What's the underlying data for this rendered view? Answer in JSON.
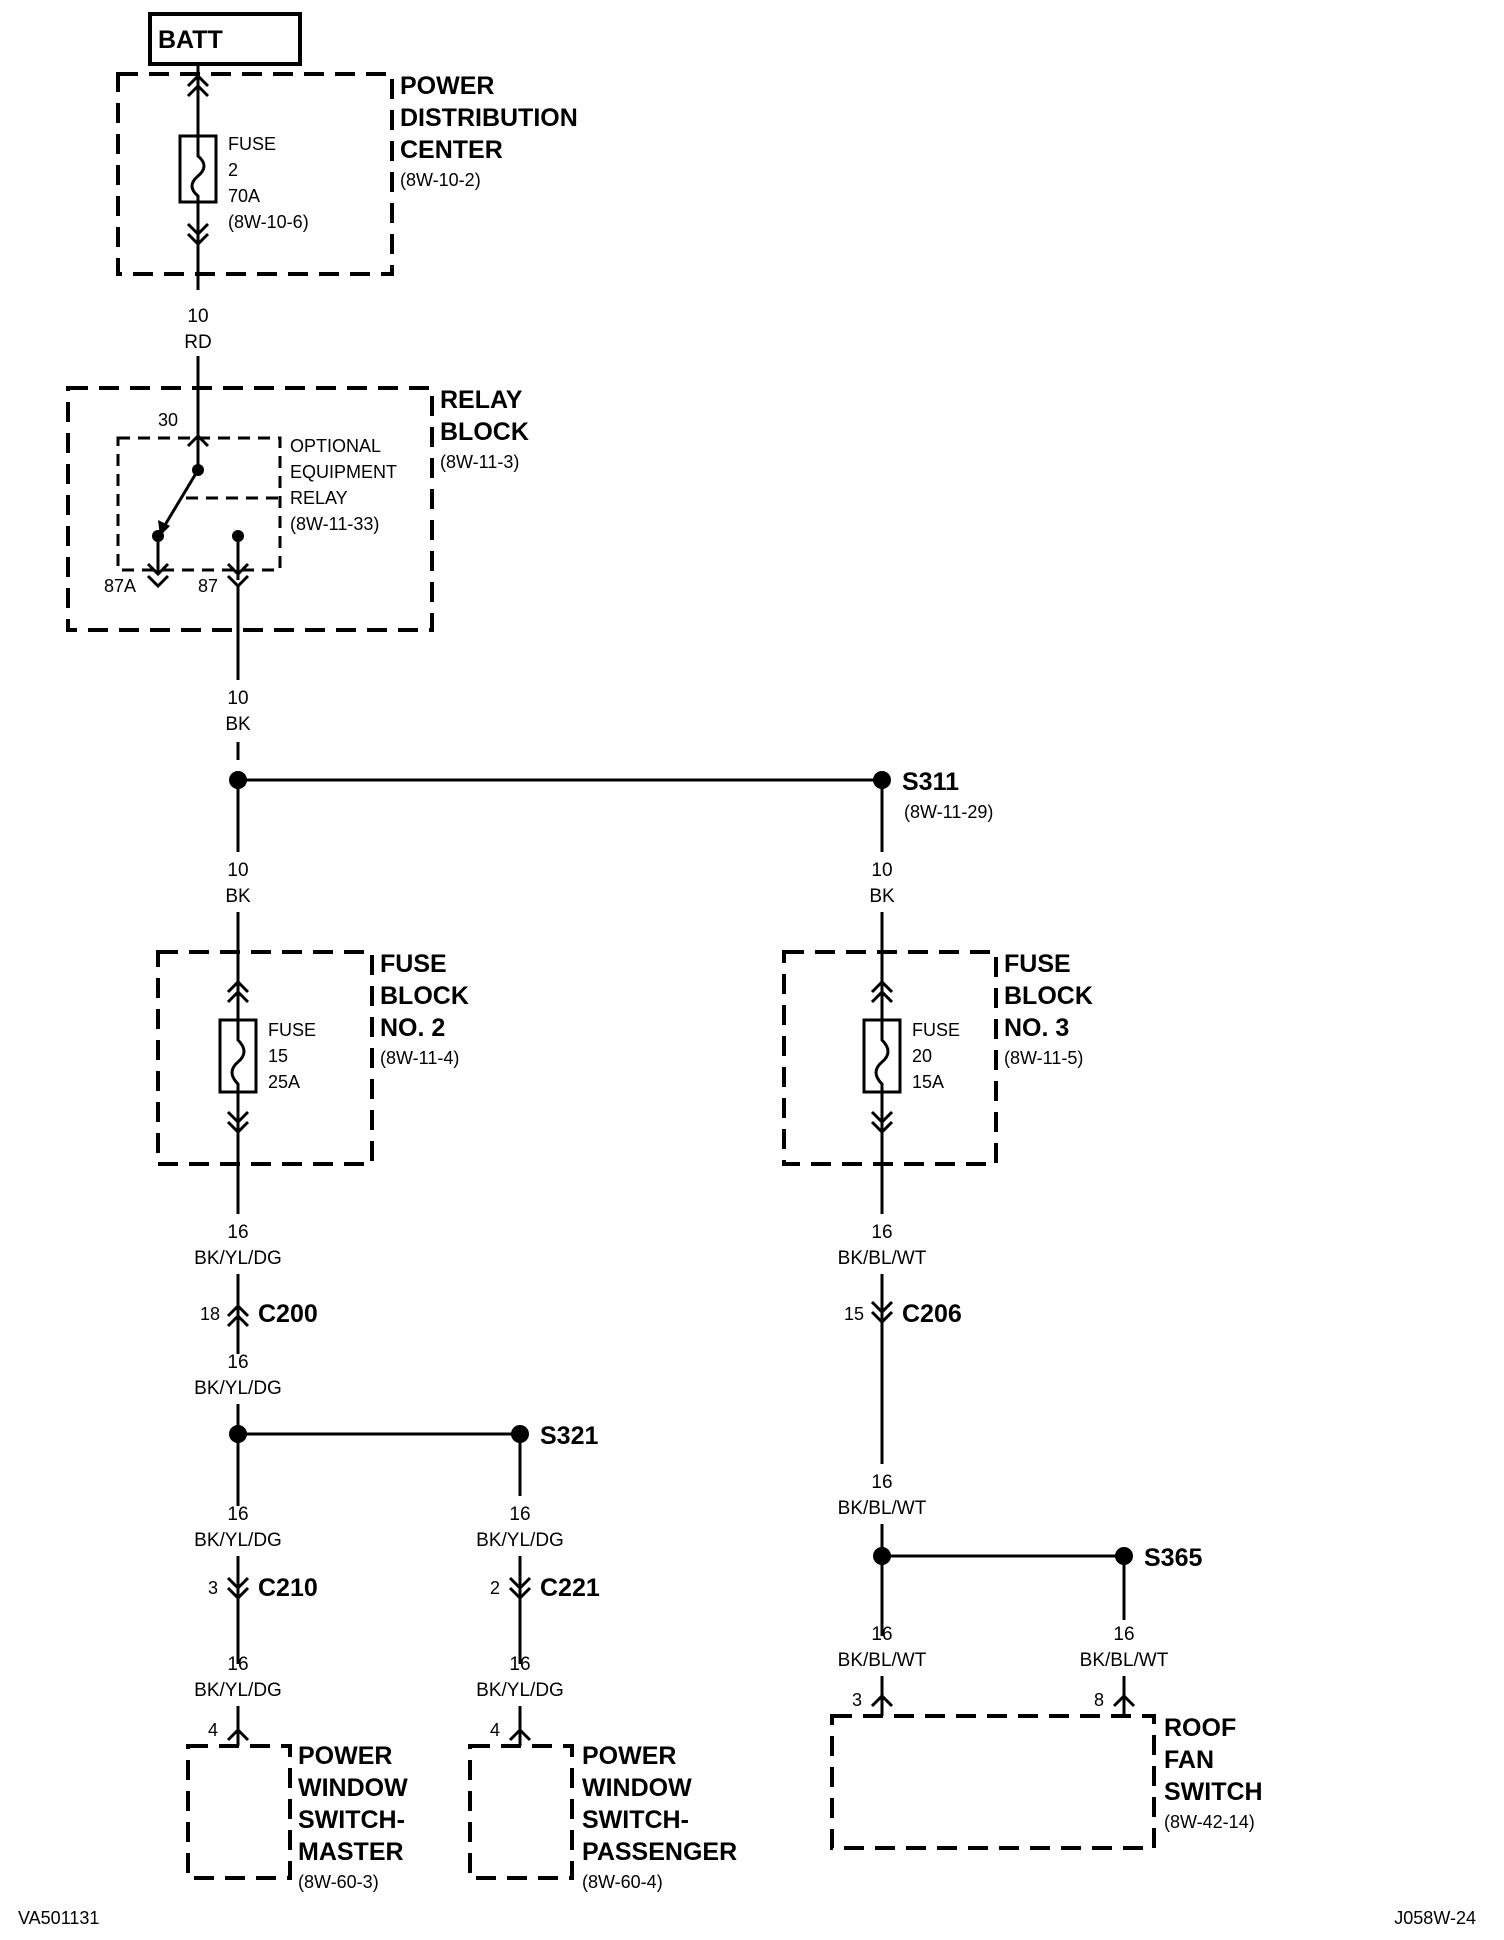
{
  "batt_label": "BATT",
  "pdc": {
    "l1": "POWER",
    "l2": "DISTRIBUTION",
    "l3": "CENTER",
    "ref": "(8W-10-2)"
  },
  "fuse2": {
    "l1": "FUSE",
    "l2": "2",
    "l3": "70A",
    "ref": "(8W-10-6)"
  },
  "wire_rd": {
    "gauge": "10",
    "color": "RD"
  },
  "relay_block": {
    "l1": "RELAY",
    "l2": "BLOCK",
    "ref": "(8W-11-3)"
  },
  "relay": {
    "l1": "OPTIONAL",
    "l2": "EQUIPMENT",
    "l3": "RELAY",
    "ref": "(8W-11-33)",
    "pin30": "30",
    "pin87a": "87A",
    "pin87": "87"
  },
  "wire_bk1": {
    "gauge": "10",
    "color": "BK"
  },
  "s311": {
    "label": "S311",
    "ref": "(8W-11-29)"
  },
  "wire_bk2": {
    "gauge": "10",
    "color": "BK"
  },
  "wire_bk3": {
    "gauge": "10",
    "color": "BK"
  },
  "fb2": {
    "l1": "FUSE",
    "l2": "BLOCK",
    "l3": "NO. 2",
    "ref": "(8W-11-4)"
  },
  "fuse15": {
    "l1": "FUSE",
    "l2": "15",
    "l3": "25A"
  },
  "fb3": {
    "l1": "FUSE",
    "l2": "BLOCK",
    "l3": "NO. 3",
    "ref": "(8W-11-5)"
  },
  "fuse20": {
    "l1": "FUSE",
    "l2": "20",
    "l3": "15A"
  },
  "w_l1": {
    "gauge": "16",
    "color": "BK/YL/DG"
  },
  "c200": {
    "label": "C200",
    "pin": "18"
  },
  "w_l2": {
    "gauge": "16",
    "color": "BK/YL/DG"
  },
  "s321": {
    "label": "S321"
  },
  "w_l3": {
    "gauge": "16",
    "color": "BK/YL/DG"
  },
  "c210": {
    "label": "C210",
    "pin": "3"
  },
  "w_l4": {
    "gauge": "16",
    "color": "BK/YL/DG"
  },
  "pwm": {
    "pin": "4",
    "l1": "POWER",
    "l2": "WINDOW",
    "l3": "SWITCH-",
    "l4": "MASTER",
    "ref": "(8W-60-3)"
  },
  "w_m1": {
    "gauge": "16",
    "color": "BK/YL/DG"
  },
  "c221": {
    "label": "C221",
    "pin": "2"
  },
  "w_m2": {
    "gauge": "16",
    "color": "BK/YL/DG"
  },
  "pwp": {
    "pin": "4",
    "l1": "POWER",
    "l2": "WINDOW",
    "l3": "SWITCH-",
    "l4": "PASSENGER",
    "ref": "(8W-60-4)"
  },
  "w_r1": {
    "gauge": "16",
    "color": "BK/BL/WT"
  },
  "c206": {
    "label": "C206",
    "pin": "15"
  },
  "w_r2": {
    "gauge": "16",
    "color": "BK/BL/WT"
  },
  "s365": {
    "label": "S365"
  },
  "w_r3": {
    "gauge": "16",
    "color": "BK/BL/WT"
  },
  "w_r4": {
    "gauge": "16",
    "color": "BK/BL/WT"
  },
  "rfs": {
    "pin3": "3",
    "pin8": "8",
    "l1": "ROOF",
    "l2": "FAN",
    "l3": "SWITCH",
    "ref": "(8W-42-14)"
  },
  "footer_left": "VA501131",
  "footer_right": "J058W-24"
}
